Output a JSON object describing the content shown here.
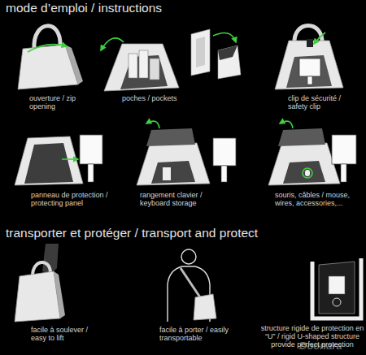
{
  "diagram": {
    "title": "mode d’emploi / instructions",
    "labels": [
      "ouverture / zip opening",
      "poches / pockets",
      "clip de sécurité / safety clip",
      "panneau de protection / protecting panel",
      "rangement clavier / keyboard storage",
      "souris, câbles / mouse, wires, accessories,...",
      "transporter et protéger / transport and protect",
      "facile à soulever / easy to lift",
      "facile à porter / easily transportable",
      "structure rigide de protection en “U” / rigid U-shaped structure provide perfect protection",
      "Doonara"
    ]
  }
}
